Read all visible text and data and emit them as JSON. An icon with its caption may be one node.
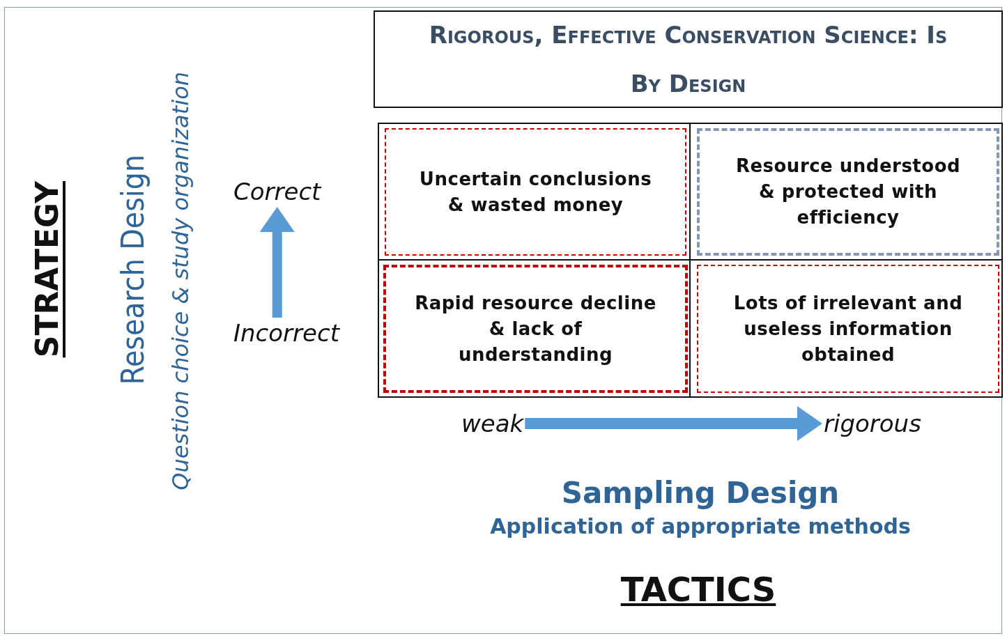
{
  "diagram": {
    "nodes": [
      {
        "text": [
          "Rigorous, Effective Conservation Science: Is By Design"
        ]
      },
      {
        "text": [
          "Uncertain conclusions & wasted money"
        ]
      },
      {
        "text": [
          "Resource understood & protected with efficiency"
        ]
      },
      {
        "text": [
          "Rapid resource decline & lack of understanding"
        ]
      },
      {
        "text": [
          "Lots of irrelevant and useless information obtained"
        ]
      },
      {
        "text": [
          "Correct"
        ]
      },
      {
        "text": [
          "Incorrect"
        ]
      },
      {
        "text": [
          "weak"
        ]
      },
      {
        "text": [
          "rigorous"
        ]
      }
    ],
    "edges": [
      {
        "from": 6,
        "to": 5,
        "arrow": "to"
      },
      {
        "from": 7,
        "to": 8,
        "arrow": "to"
      }
    ],
    "labels": [
      "STRATEGY",
      "Research Design",
      "Question choice & study organization",
      "Sampling Design",
      "Application of appropriate methods",
      "TACTICS"
    ]
  }
}
